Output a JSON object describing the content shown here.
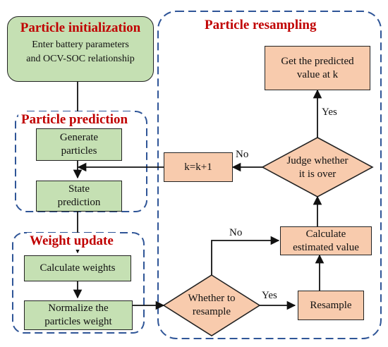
{
  "groups": {
    "prediction": "Particle prediction",
    "weight": "Weight update",
    "resampling": "Particle resampling"
  },
  "nodes": {
    "init_title": "Particle initialization",
    "init_line1": "Enter battery parameters",
    "init_line2": "and OCV-SOC relationship",
    "generate_l1": "Generate",
    "generate_l2": "particles",
    "state_l1": "State",
    "state_l2": "prediction",
    "calc_weights": "Calculate weights",
    "normalize_l1": "Normalize the",
    "normalize_l2": "particles weight",
    "resample_q_l1": "Whether to",
    "resample_q_l2": "resample",
    "resample": "Resample",
    "calc_est_l1": "Calculate",
    "calc_est_l2": "estimated value",
    "judge_l1": "Judge whether",
    "judge_l2": "it is over",
    "kplus": "k=k+1",
    "get_pred_l1": "Get the predicted",
    "get_pred_l2": "value at k"
  },
  "edges": {
    "yes_resample": "Yes",
    "no_resample": "No",
    "yes_judge": "Yes",
    "no_judge": "No"
  },
  "colors": {
    "process_fill": "#c5e0b3",
    "decision_fill": "#f8cbad",
    "group_border": "#2f5597",
    "title_color": "#c00000"
  }
}
